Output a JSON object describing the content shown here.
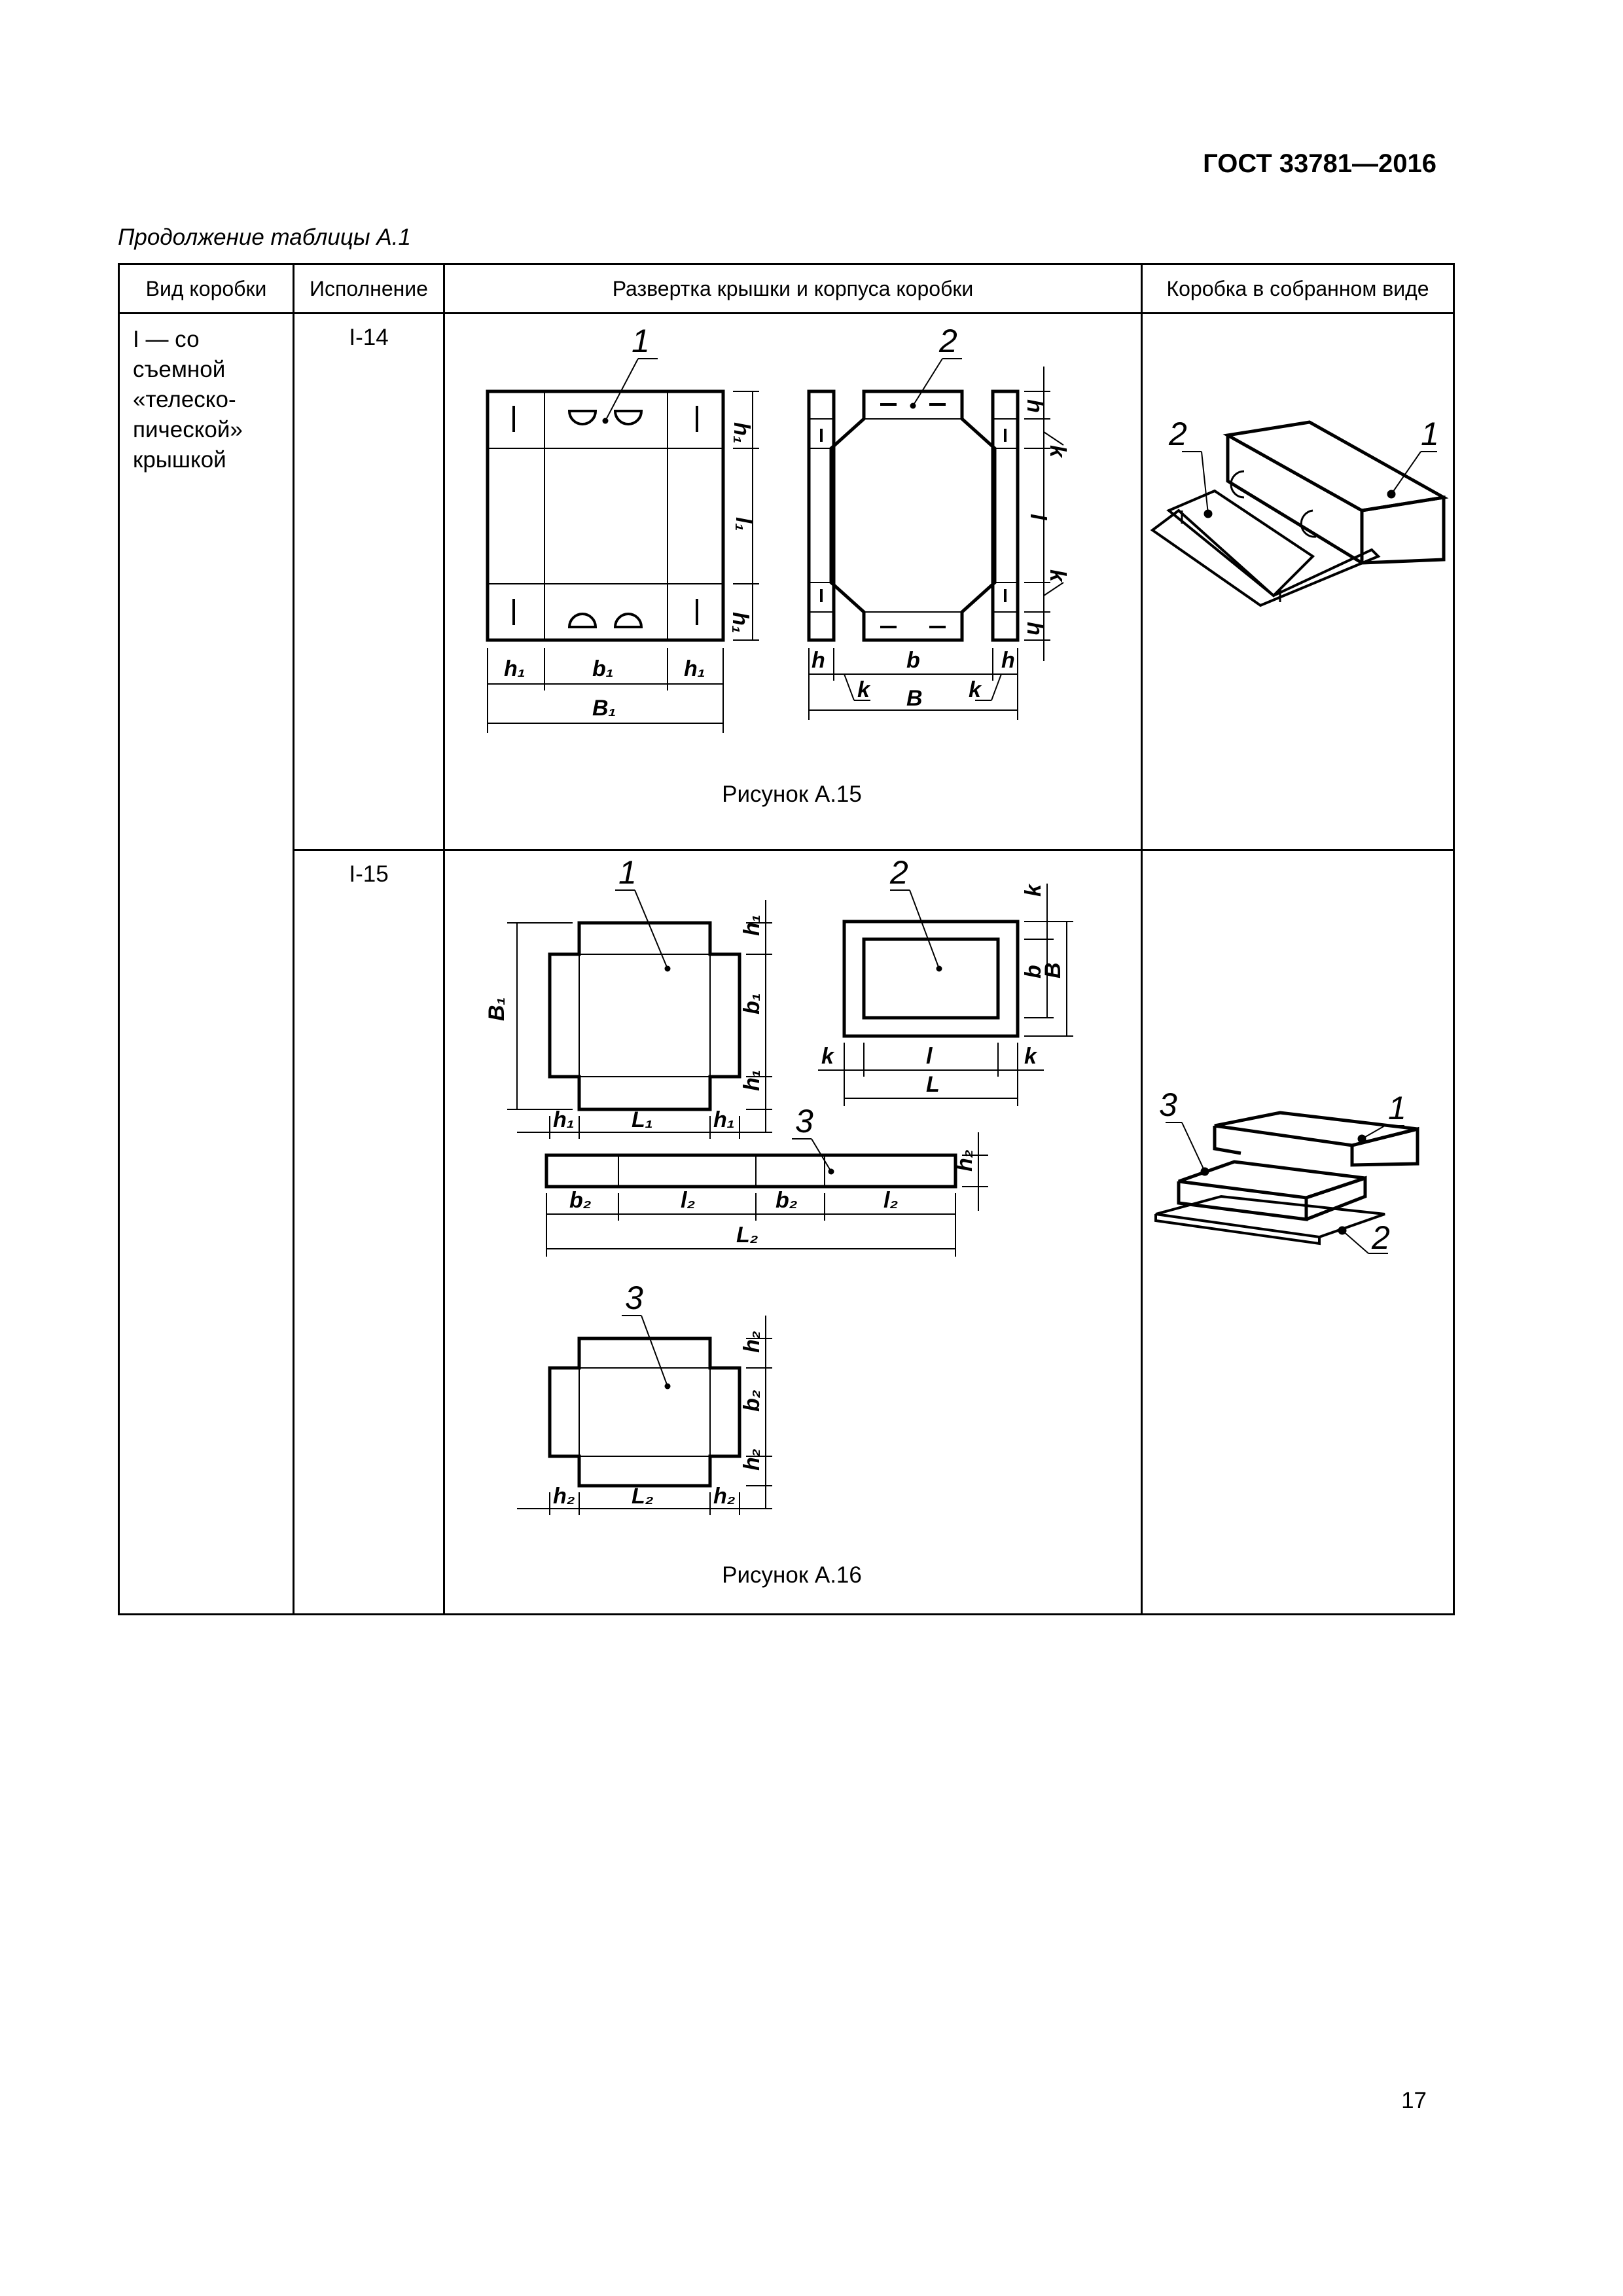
{
  "header": {
    "doc_code": "ГОСТ 33781—2016"
  },
  "continuation": "Продолжение таблицы А.1",
  "table": {
    "columns": [
      "Вид коробки",
      "Исполнение",
      "Развертка крышки и корпуса коробки",
      "Коробка в собранном виде"
    ],
    "box_kind": "I — со\nсъемной\n«телеско-\nпической»\nкрышкой",
    "rows": [
      {
        "version": "I-14",
        "caption": "Рисунок А.15"
      },
      {
        "version": "I-15",
        "caption": "Рисунок А.16"
      }
    ]
  },
  "page_number": "17"
}
